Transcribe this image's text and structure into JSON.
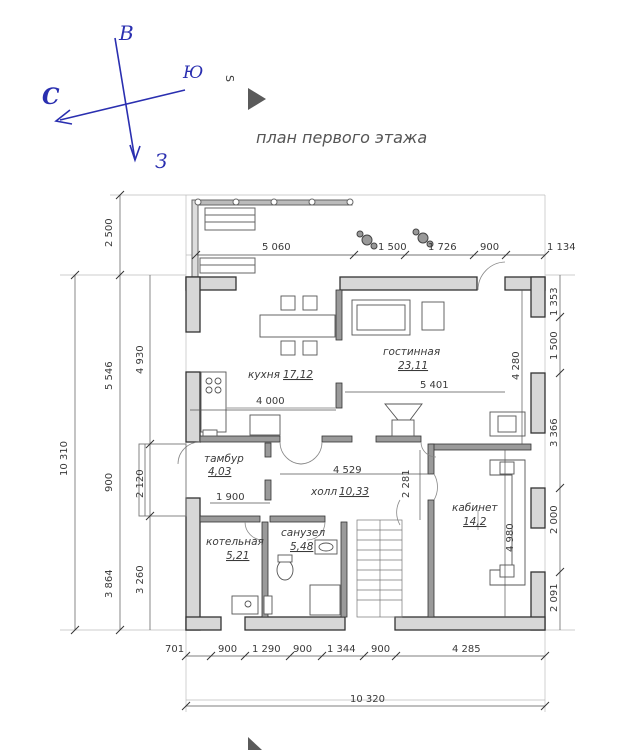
{
  "title": "план первого этажа",
  "compass": {
    "n": "В",
    "e": "Ю",
    "s": "З",
    "w": "С",
    "mark": "S"
  },
  "rooms": {
    "kitchen": {
      "name": "кухня",
      "area": "17,12"
    },
    "living": {
      "name": "гостинная",
      "area": "23,11"
    },
    "vestibule": {
      "name": "тамбур",
      "area": "4,03"
    },
    "hall": {
      "name": "холл",
      "area": "10,33"
    },
    "boiler": {
      "name": "котельная",
      "area": "5,21"
    },
    "bath": {
      "name": "санузел",
      "area": "5,48"
    },
    "study": {
      "name": "кабинет",
      "area": "14,2"
    }
  },
  "dims": {
    "top_5060": "5 060",
    "top_1500": "1 500",
    "top_1726": "1 726",
    "top_900": "900",
    "top_1134": "1 134",
    "left_2500": "2 500",
    "left_5546": "5 546",
    "left_4930": "4 930",
    "left_10310": "10 310",
    "left_900": "900",
    "left_2120": "2 120",
    "left_3864": "3 864",
    "left_3260": "3 260",
    "right_1353": "1 353",
    "right_1500": "1 500",
    "right_3366": "3 366",
    "right_2000": "2 000",
    "right_2091": "2 091",
    "in_4280": "4 280",
    "in_4000": "4 000",
    "in_5401": "5 401",
    "in_4529": "4 529",
    "in_1900": "1 900",
    "in_2281": "2 281",
    "in_4980": "4 980",
    "bot_701": "701",
    "bot_900a": "900",
    "bot_1290": "1 290",
    "bot_900b": "900",
    "bot_1344": "1 344",
    "bot_900c": "900",
    "bot_4285": "4 285",
    "bot_10320": "10 320"
  }
}
